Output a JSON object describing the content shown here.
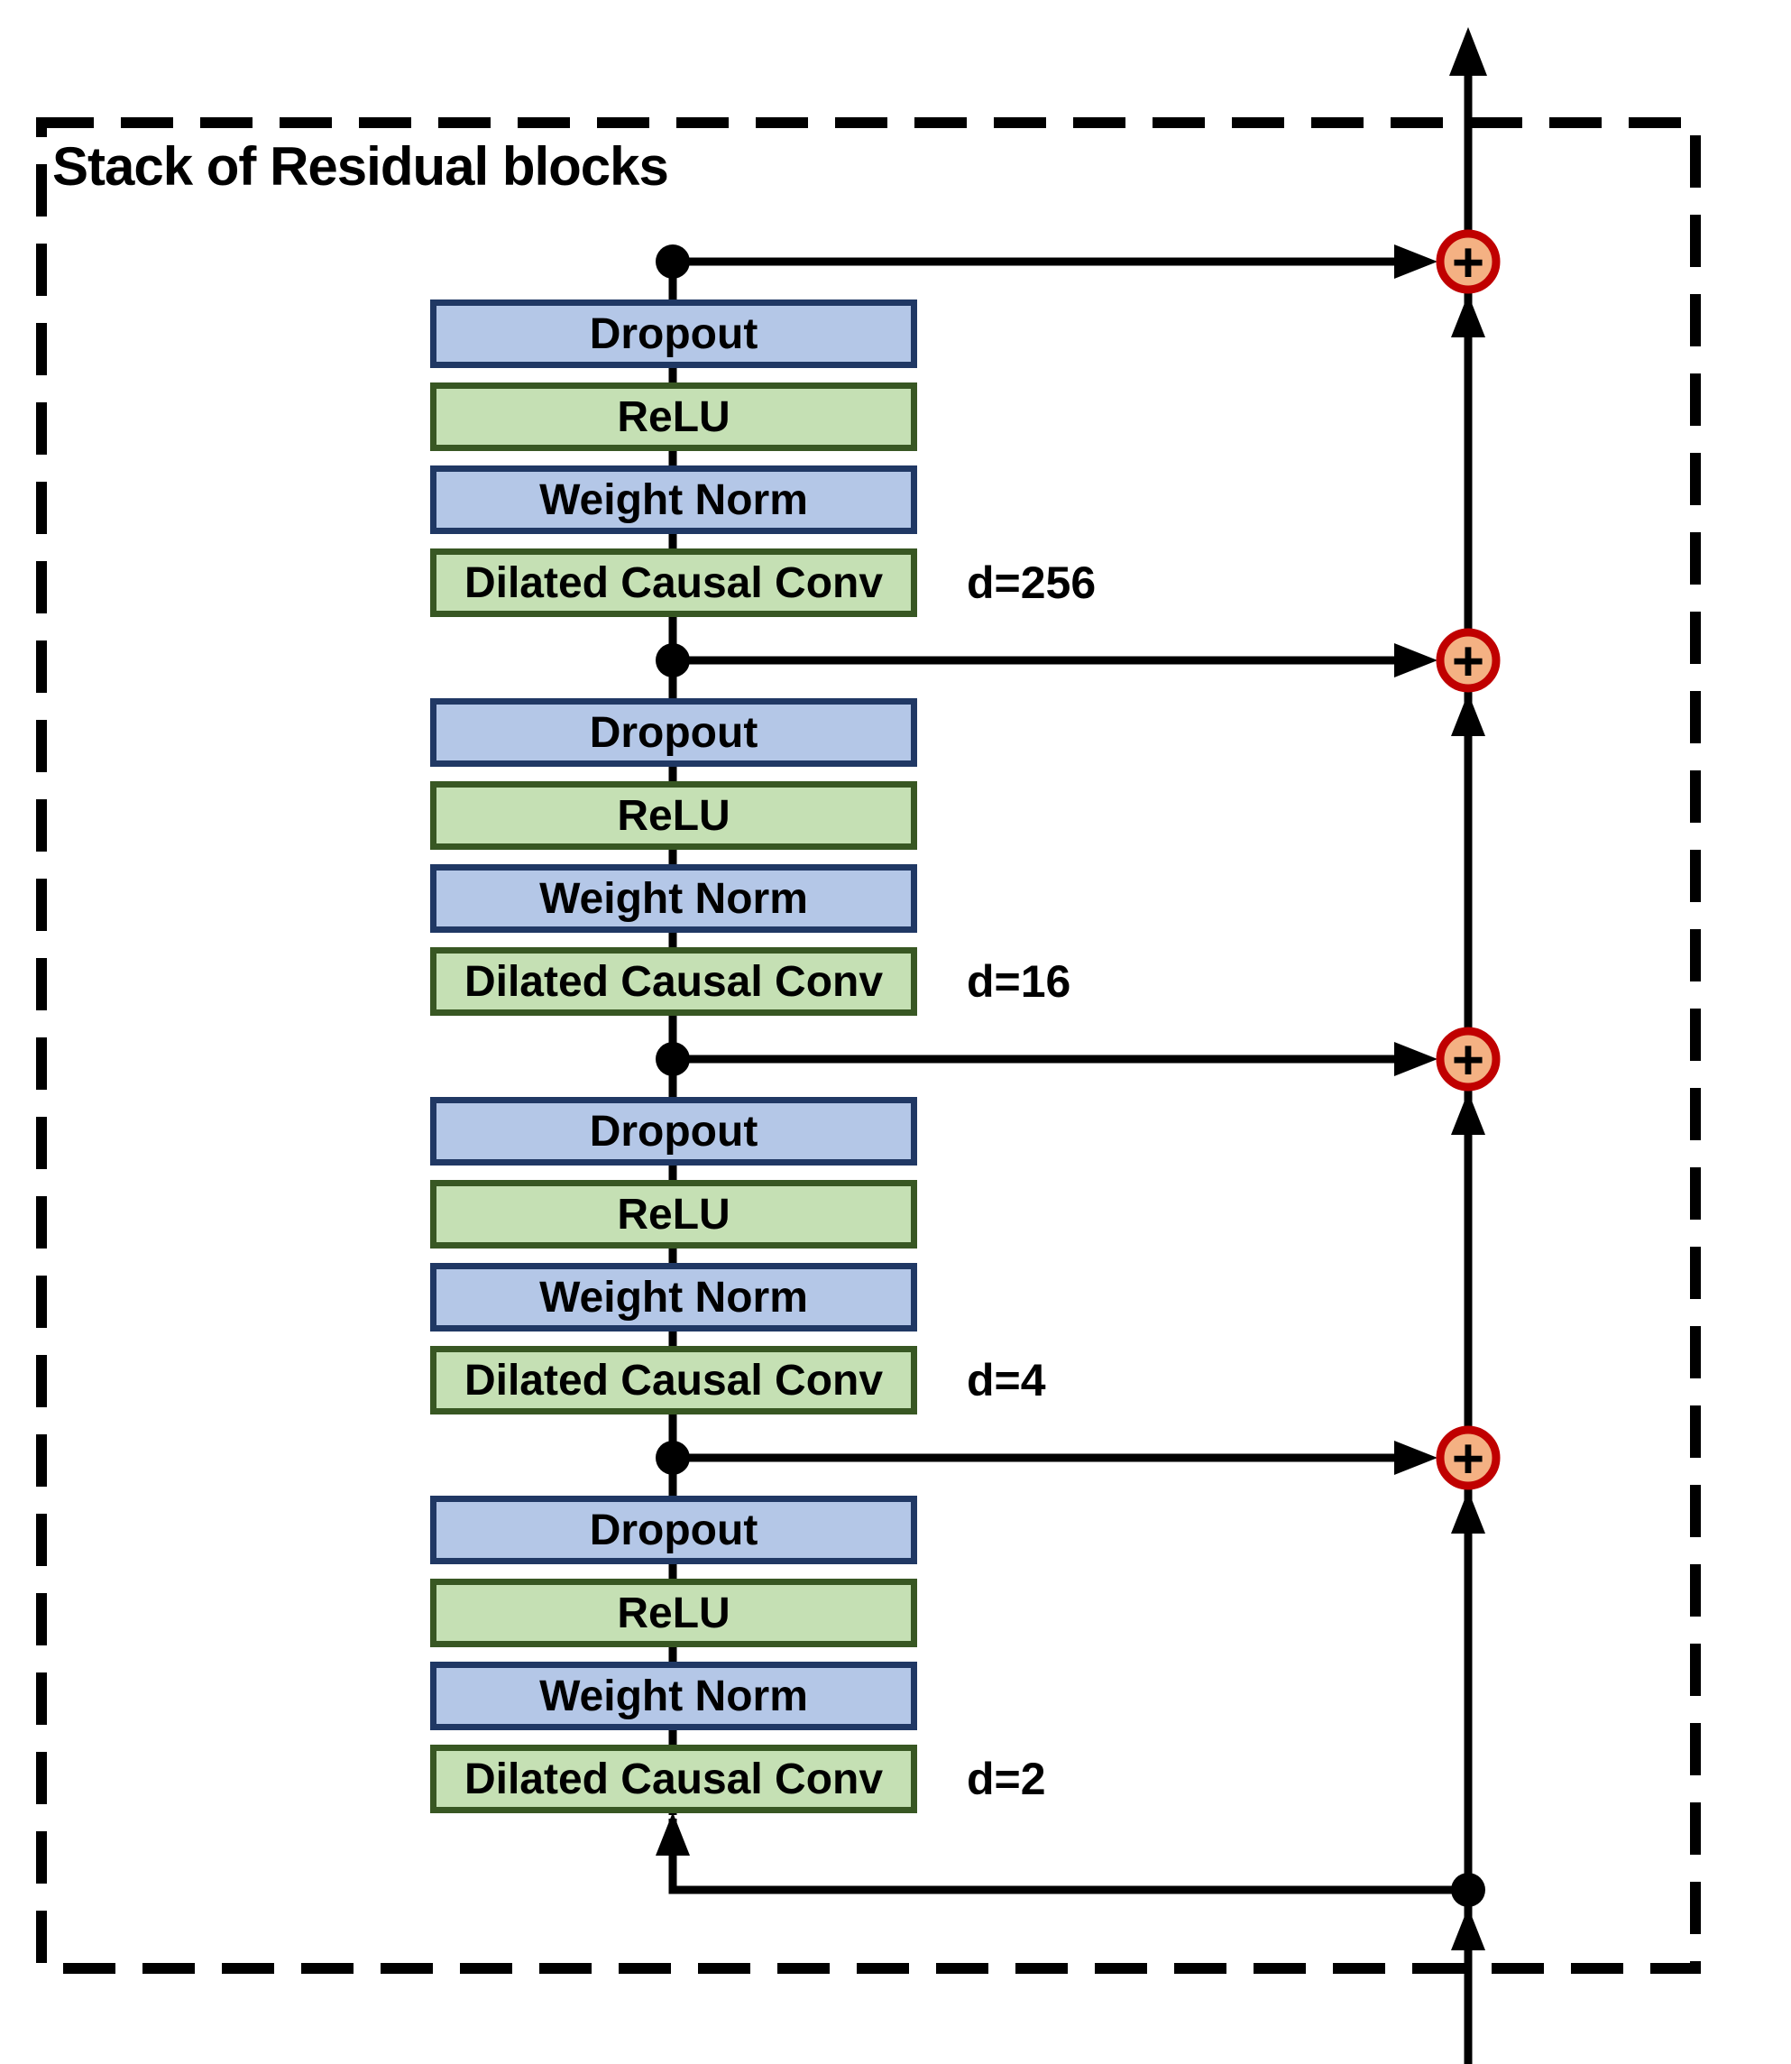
{
  "diagram": {
    "title": "Stack of Residual blocks",
    "plus_symbol": "+",
    "blocks": [
      {
        "dilation_label": "d=256",
        "layers": [
          {
            "label": "Dropout"
          },
          {
            "label": "ReLU"
          },
          {
            "label": "Weight Norm"
          },
          {
            "label": "Dilated Causal Conv"
          }
        ]
      },
      {
        "dilation_label": "d=16",
        "layers": [
          {
            "label": "Dropout"
          },
          {
            "label": "ReLU"
          },
          {
            "label": "Weight Norm"
          },
          {
            "label": "Dilated Causal Conv"
          }
        ]
      },
      {
        "dilation_label": "d=4",
        "layers": [
          {
            "label": "Dropout"
          },
          {
            "label": "ReLU"
          },
          {
            "label": "Weight Norm"
          },
          {
            "label": "Dilated Causal Conv"
          }
        ]
      },
      {
        "dilation_label": "d=2",
        "layers": [
          {
            "label": "Dropout"
          },
          {
            "label": "ReLU"
          },
          {
            "label": "Weight Norm"
          },
          {
            "label": "Dilated Causal Conv"
          }
        ]
      }
    ],
    "colors": {
      "line_color": "#000000",
      "layer_blue_fill": "#b4c7e7",
      "layer_blue_border": "#203864",
      "layer_green_fill": "#c5e0b4",
      "layer_green_border": "#385723",
      "sum_node_fill": "#f4b183",
      "sum_node_border": "#c00000"
    }
  }
}
